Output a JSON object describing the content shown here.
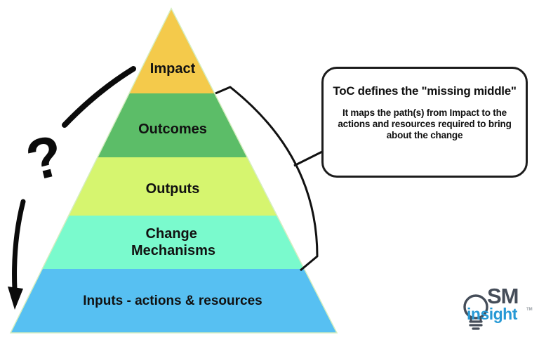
{
  "pyramid": {
    "levels": [
      {
        "label": "Impact",
        "color": "#F4CA4B"
      },
      {
        "label": "Outcomes",
        "color": "#5CBD68"
      },
      {
        "label": "Outputs",
        "color": "#D6F56F"
      },
      {
        "label": "Change Mechanisms",
        "lines": [
          "Change",
          "Mechanisms"
        ],
        "color": "#7AFACD"
      },
      {
        "label": "Inputs - actions & resources",
        "color": "#57C0F2"
      }
    ],
    "outline_color": "#d5eec0"
  },
  "question_mark": {
    "symbol": "?"
  },
  "callout": {
    "title": "ToC defines the \"missing middle\"",
    "body_lines": [
      "It maps the path(s) from Impact to the",
      "actions and resources required to bring",
      "about the change"
    ]
  },
  "logo": {
    "sm": "SM",
    "insight": "insight",
    "tm": "TM",
    "sm_color": "#454D59",
    "insight_color": "#2799D5"
  }
}
